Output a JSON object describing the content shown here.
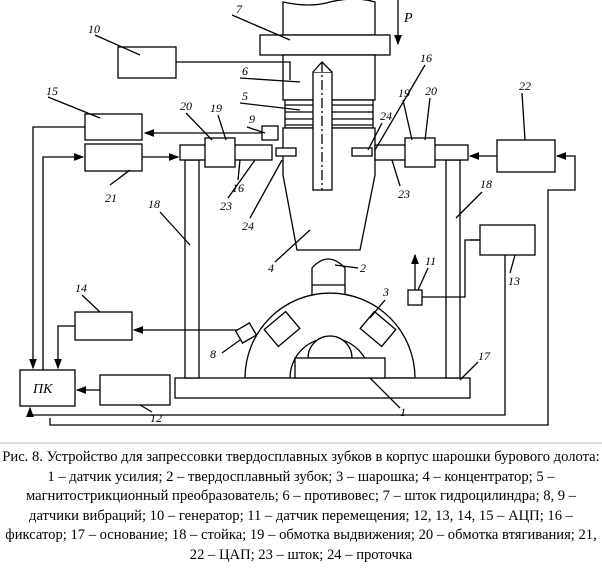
{
  "figure": {
    "force_label": "P",
    "pc_label": "ПК",
    "part_numbers": [
      "1",
      "2",
      "3",
      "4",
      "5",
      "6",
      "7",
      "8",
      "9",
      "10",
      "11",
      "12",
      "13",
      "14",
      "15",
      "16",
      "16",
      "17",
      "18",
      "18",
      "19",
      "19",
      "20",
      "20",
      "21",
      "22",
      "23",
      "23",
      "24",
      "24"
    ],
    "caption": "Рис. 8. Устройство для запрессовки твердосплавных зубков в корпус шарошки бурового долота: 1 – датчик усилия; 2 – твердосплавный зубок; 3 – шарошка; 4 – концентратор; 5 – магнитострикционный преобразователь; 6 – противовес; 7 – шток гидроцилиндра; 8, 9 – датчики вибраций; 10 – генератор; 11 – датчик перемещения; 12, 13, 14, 15 – АЦП; 16 – фиксатор; 17 – основание; 18 – стойка; 19 – обмотка выдвижения; 20 – обмотка втягивания; 21, 22 – ЦАП; 23 – шток; 24 – проточка"
  }
}
